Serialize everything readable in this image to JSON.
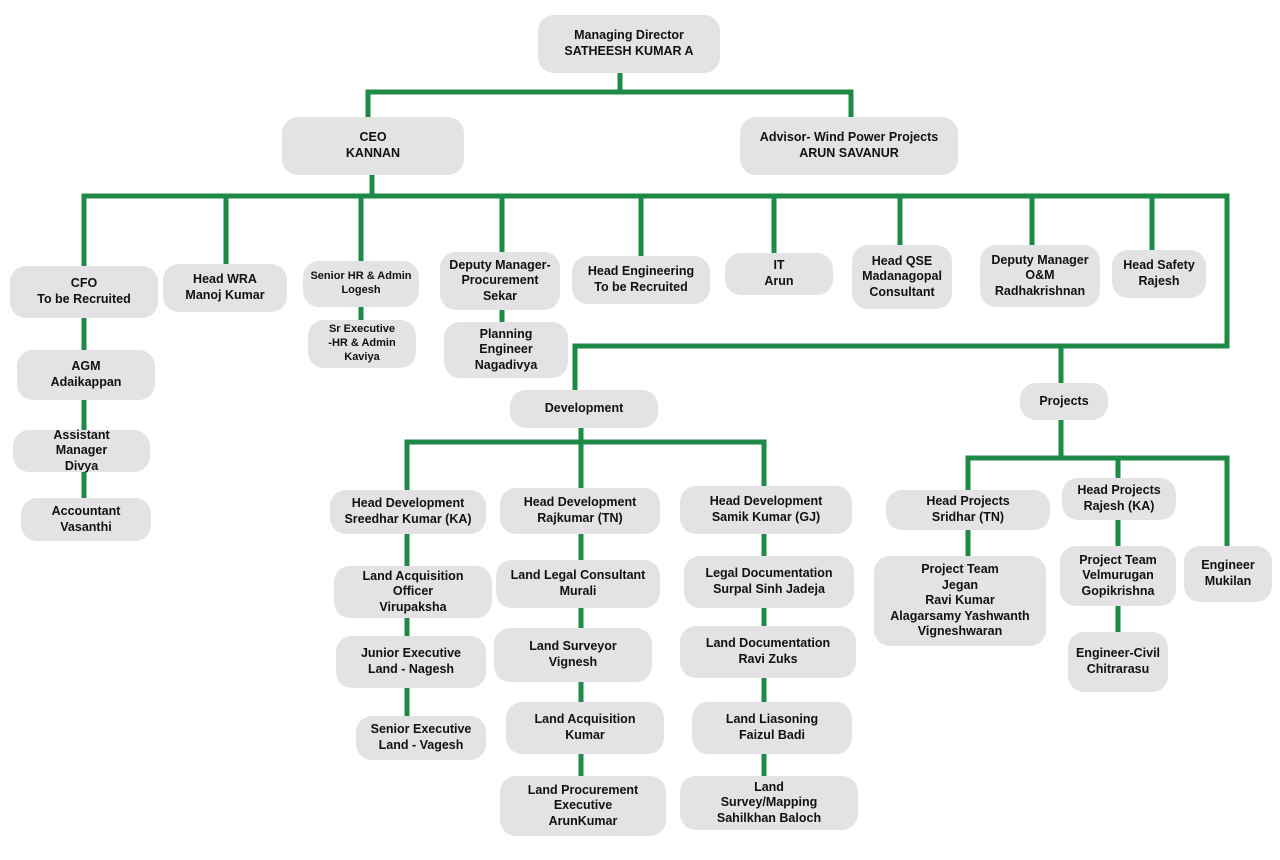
{
  "nodes": [
    {
      "id": "md",
      "lines": [
        "Managing Director",
        "SATHEESH KUMAR  A"
      ]
    },
    {
      "id": "ceo",
      "lines": [
        "CEO",
        "KANNAN"
      ]
    },
    {
      "id": "advisor",
      "lines": [
        "Advisor- Wind Power Projects",
        "ARUN SAVANUR"
      ]
    },
    {
      "id": "cfo",
      "lines": [
        "CFO",
        "To be Recruited"
      ]
    },
    {
      "id": "agm",
      "lines": [
        "AGM",
        "Adaikappan"
      ]
    },
    {
      "id": "asst_mgr",
      "lines": [
        "Assistant",
        "Manager",
        "Divya"
      ]
    },
    {
      "id": "accountant",
      "lines": [
        "Accountant",
        "Vasanthi"
      ]
    },
    {
      "id": "head_wra",
      "lines": [
        "Head WRA",
        "Manoj Kumar"
      ]
    },
    {
      "id": "sr_hr",
      "lines": [
        "Senior HR & Admin",
        "Logesh"
      ]
    },
    {
      "id": "sr_exec_hr",
      "lines": [
        "Sr Executive",
        "-HR & Admin",
        "Kaviya"
      ]
    },
    {
      "id": "dm_procurement",
      "lines": [
        "Deputy Manager-",
        "Procurement",
        "Sekar"
      ]
    },
    {
      "id": "planning_eng",
      "lines": [
        "Planning",
        "Engineer",
        "Nagadivya"
      ]
    },
    {
      "id": "head_eng",
      "lines": [
        "Head Engineering",
        "To be Recruited"
      ]
    },
    {
      "id": "it",
      "lines": [
        "IT",
        "Arun"
      ]
    },
    {
      "id": "head_qse",
      "lines": [
        "Head QSE",
        "Madanagopal",
        "Consultant"
      ]
    },
    {
      "id": "dm_om",
      "lines": [
        "Deputy Manager",
        "O&M",
        "Radhakrishnan"
      ]
    },
    {
      "id": "head_safety",
      "lines": [
        "Head Safety",
        "Rajesh"
      ]
    },
    {
      "id": "development",
      "lines": [
        "Development"
      ]
    },
    {
      "id": "projects",
      "lines": [
        "Projects"
      ]
    },
    {
      "id": "hd_ka",
      "lines": [
        "Head Development",
        "Sreedhar Kumar (KA)"
      ]
    },
    {
      "id": "lao_ka",
      "lines": [
        "Land Acquisition",
        "Officer",
        "Virupaksha"
      ]
    },
    {
      "id": "je_ka",
      "lines": [
        "Junior Executive",
        "Land - Nagesh"
      ]
    },
    {
      "id": "se_ka",
      "lines": [
        "Senior Executive",
        "Land - Vagesh"
      ]
    },
    {
      "id": "hd_tn",
      "lines": [
        "Head Development",
        "Rajkumar (TN)"
      ]
    },
    {
      "id": "llc_tn",
      "lines": [
        "Land Legal Consultant",
        "Murali"
      ]
    },
    {
      "id": "ls_tn",
      "lines": [
        "Land Surveyor",
        "Vignesh"
      ]
    },
    {
      "id": "la_tn",
      "lines": [
        "Land Acquisition",
        "Kumar"
      ]
    },
    {
      "id": "lpe_tn",
      "lines": [
        "Land Procurement",
        "Executive",
        "ArunKumar"
      ]
    },
    {
      "id": "hd_gj",
      "lines": [
        "Head Development",
        "Samik Kumar (GJ)"
      ]
    },
    {
      "id": "ld_gj",
      "lines": [
        "Legal Documentation",
        "Surpal Sinh Jadeja"
      ]
    },
    {
      "id": "ldoc_gj",
      "lines": [
        "Land Documentation",
        "Ravi Zuks"
      ]
    },
    {
      "id": "lliason_gj",
      "lines": [
        "Land Liasoning",
        "Faizul Badi"
      ]
    },
    {
      "id": "lsm_gj",
      "lines": [
        "Land",
        "Survey/Mapping",
        "Sahilkhan Baloch"
      ]
    },
    {
      "id": "hp_tn",
      "lines": [
        "Head Projects",
        "Sridhar (TN)"
      ]
    },
    {
      "id": "pt_tn",
      "lines": [
        "Project Team",
        "Jegan",
        "Ravi Kumar",
        "Alagarsamy Yashwanth",
        "Vigneshwaran"
      ]
    },
    {
      "id": "hp_ka",
      "lines": [
        "Head Projects",
        "Rajesh (KA)"
      ]
    },
    {
      "id": "pt_ka",
      "lines": [
        "Project Team",
        "Velmurugan",
        "Gopikrishna"
      ]
    },
    {
      "id": "eng_civil",
      "lines": [
        "Engineer-Civil",
        "Chitrarasu"
      ]
    },
    {
      "id": "engineer",
      "lines": [
        "Engineer",
        "Mukilan"
      ]
    }
  ],
  "colors": {
    "connector": "#1f8a45",
    "box": "#e3e3e3"
  }
}
